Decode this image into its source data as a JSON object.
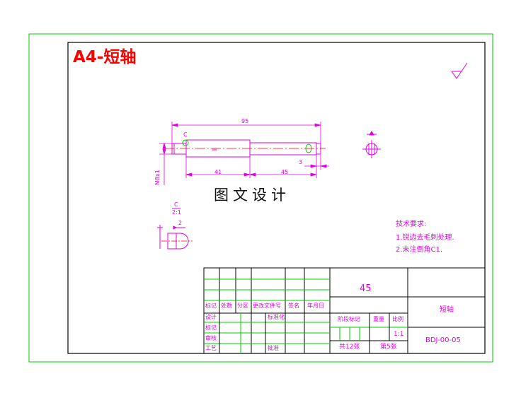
{
  "drawing": {
    "title": "A4-短轴",
    "watermark": "图文设计"
  },
  "dimensions": {
    "overall_length": "95",
    "left_section": "41",
    "right_section": "45",
    "end_offset": "3",
    "thread": "M8x1",
    "chamfer_label": "C",
    "detail_fraction_top": "C",
    "detail_fraction_bottom": "2:1",
    "detail_dim": "2"
  },
  "technical_requirements": {
    "heading": "技术要求:",
    "items": [
      "1.锐边去毛刺处理.",
      "2.未注倒角C1."
    ]
  },
  "title_block": {
    "material": "45",
    "part_name": "短轴",
    "drawing_number": "BDJ-00-05",
    "scale": "1:1",
    "total_sheets": "共12张",
    "sheet_number": "第5张",
    "col_headers": [
      "标记",
      "处数",
      "分区",
      "更改文件号",
      "签名",
      "年月日"
    ],
    "row_labels": [
      "设计",
      "标记",
      "审核",
      "工艺"
    ],
    "standardize": "标准化",
    "approve": "批准",
    "stage_mark": "阶段标记",
    "weight": "重量",
    "scale_label": "比例"
  },
  "colors": {
    "outer_border": "#00cc00",
    "frame": "#000000",
    "title": "#ff0000",
    "part": "#e000e0",
    "centerline": "#ff0000",
    "table_lines_green": "#00cc00"
  }
}
